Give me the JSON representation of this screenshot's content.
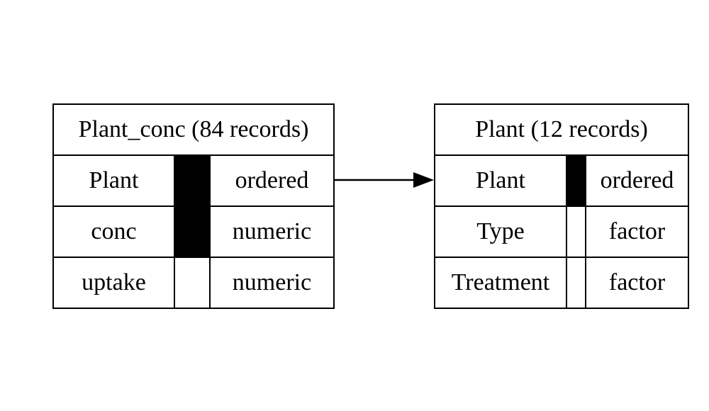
{
  "tables": [
    {
      "title": "Plant_conc (84 records)",
      "columns": [
        {
          "name": "Plant",
          "key": true,
          "type": "ordered"
        },
        {
          "name": "conc",
          "key": true,
          "type": "numeric"
        },
        {
          "name": "uptake",
          "key": false,
          "type": "numeric"
        }
      ]
    },
    {
      "title": "Plant (12 records)",
      "columns": [
        {
          "name": "Plant",
          "key": true,
          "type": "ordered"
        },
        {
          "name": "Type",
          "key": false,
          "type": "factor"
        },
        {
          "name": "Treatment",
          "key": false,
          "type": "factor"
        }
      ]
    }
  ],
  "relations": [
    {
      "from_table": "Plant_conc (84 records)",
      "from_column": "Plant",
      "to_table": "Plant (12 records)",
      "to_column": "Plant"
    }
  ]
}
